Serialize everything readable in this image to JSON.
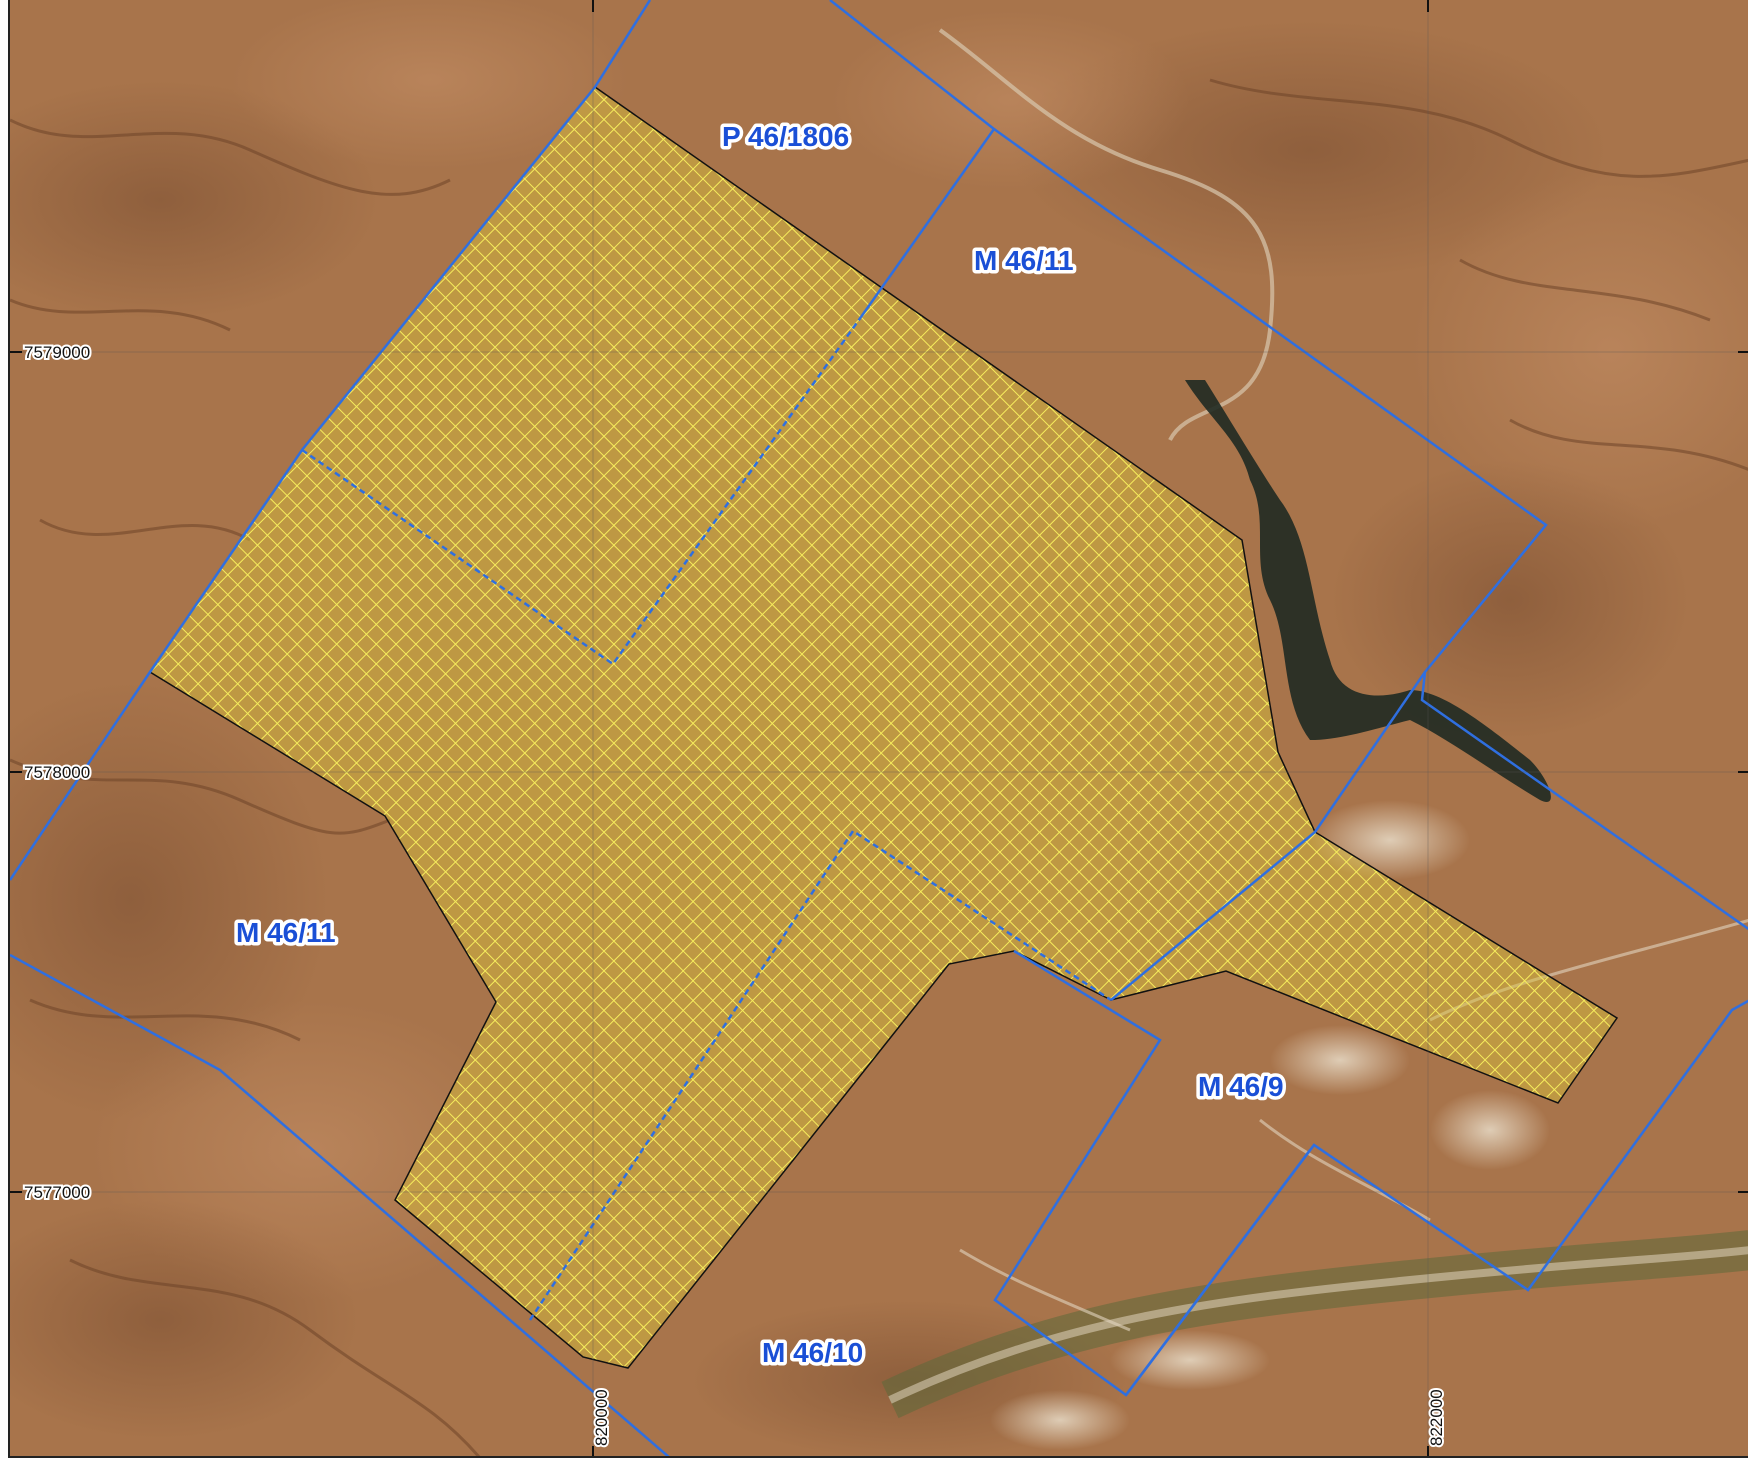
{
  "map": {
    "basemap": "satellite-imagery",
    "colors": {
      "terrain": "#a8744b",
      "tenement_boundary": "#2f6fe0",
      "highlight_fill": "#e8d63a",
      "highlight_hatch": "#f4ea5a",
      "water": "#1f2a22"
    },
    "grid": {
      "easting_labels": [
        "820000",
        "822000"
      ],
      "northing_labels": [
        "7579000",
        "7578000",
        "7577000"
      ]
    },
    "tenements": [
      {
        "id": "p-46-1806",
        "label": "P 46/1806"
      },
      {
        "id": "m-46-11-north",
        "label": "M 46/11"
      },
      {
        "id": "m-46-11-west",
        "label": "M 46/11"
      },
      {
        "id": "m-46-9",
        "label": "M 46/9"
      },
      {
        "id": "m-46-10",
        "label": "M 46/10"
      }
    ]
  }
}
